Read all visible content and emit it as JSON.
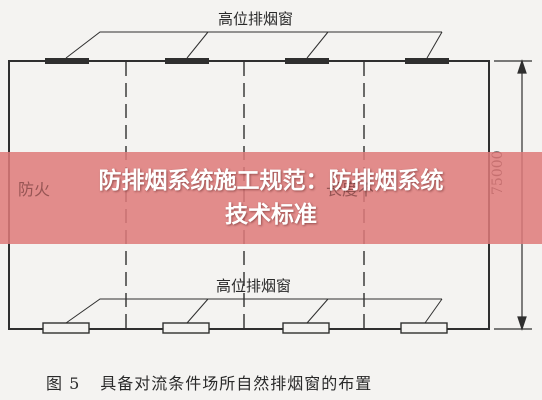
{
  "diagram": {
    "top_window_label": "高位排烟窗",
    "bottom_window_label": "高位排烟窗",
    "height_dimension": "75000",
    "caption_figure": "图 5",
    "caption_text": "具备对流条件场所自然排烟窗的布置",
    "partial_left_label": "防火",
    "partial_right_label": "长度不"
  },
  "overlay": {
    "title_line1": "防排烟系统施工规范：防排烟系统",
    "title_line2": "技术标准"
  },
  "colors": {
    "background": "#f4f3f1",
    "line": "#2f2f2f",
    "banner": "#de7a7a",
    "title": "#ffffff"
  }
}
